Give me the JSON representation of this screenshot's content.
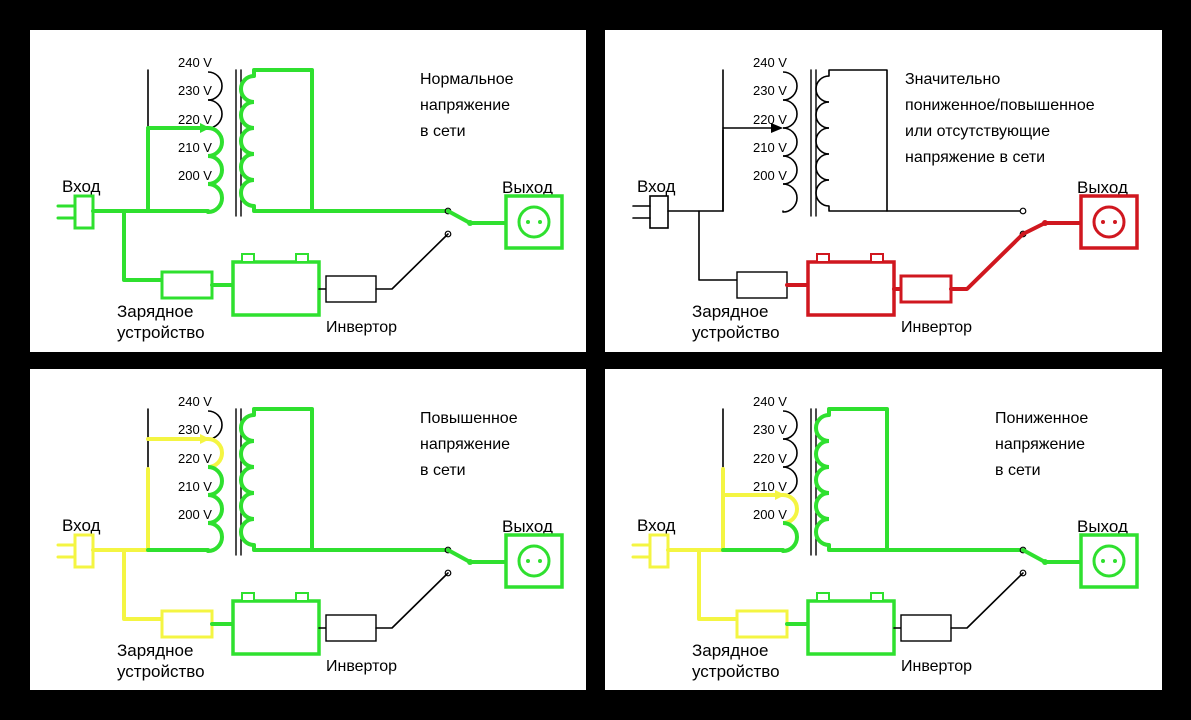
{
  "colors": {
    "background": "#000000",
    "panel": "#ffffff",
    "line": "#000000",
    "green": "#2fe02f",
    "yellow": "#f4f542",
    "red": "#d0171f"
  },
  "labels": {
    "input": "Вход",
    "output": "Выход",
    "charger_line1": "Зарядное",
    "charger_line2": "устройство",
    "battery": "Батарея",
    "inverter": "Инвертор"
  },
  "taps": [
    "240 V",
    "230 V",
    "220 V",
    "210 V",
    "200 V"
  ],
  "panels": [
    {
      "id": "normal",
      "caption": [
        "Нормальное",
        "напряжение",
        "в сети"
      ],
      "selected_tap": "220 V",
      "input_color": "green",
      "trafo_color": "green",
      "charger_color": "green",
      "battery_color": "green",
      "inverter_color": "black",
      "output_color": "green",
      "switch_position": "mains"
    },
    {
      "id": "abnormal",
      "caption": [
        "Значительно",
        "пониженное/повышенное",
        "или отсутствующие",
        "напряжение в сети"
      ],
      "selected_tap": "220 V",
      "input_color": "black",
      "trafo_color": "black",
      "charger_color": "black",
      "battery_color": "red",
      "inverter_color": "red",
      "output_color": "red",
      "switch_position": "inverter"
    },
    {
      "id": "high",
      "caption": [
        "Повышенное",
        "напряжение",
        "в сети"
      ],
      "selected_tap": "230 V",
      "input_color": "yellow",
      "trafo_color": "green",
      "charger_color": "yellow",
      "battery_color": "green",
      "inverter_color": "black",
      "output_color": "green",
      "switch_position": "mains"
    },
    {
      "id": "low",
      "caption": [
        "Пониженное",
        "напряжение",
        "в сети"
      ],
      "selected_tap": "210 V",
      "input_color": "yellow",
      "trafo_color": "green",
      "charger_color": "yellow",
      "battery_color": "green",
      "inverter_color": "black",
      "output_color": "green",
      "switch_position": "mains"
    }
  ]
}
